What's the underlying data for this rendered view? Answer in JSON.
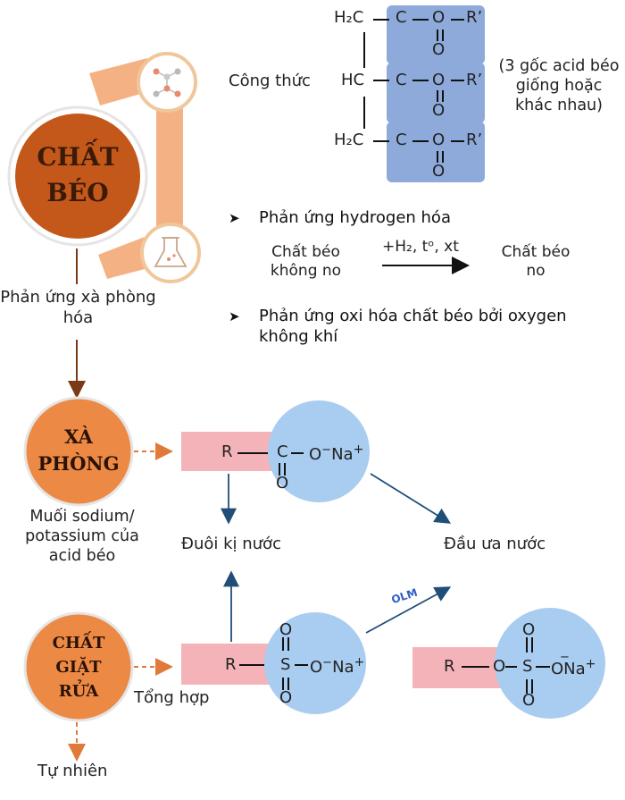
{
  "colors": {
    "dark_orange": "#c3581a",
    "orange": "#ec8a45",
    "light_orange": "#f4b184",
    "pink_bar": "#f4b3b8",
    "blue_circle": "#a9cdf0",
    "formula_box": "#8eaadb",
    "arrow_brown": "#7b3a17",
    "arrow_orange": "#e07a3a",
    "arrow_navy": "#1f4e79",
    "olm_blue": "#2f5fc4"
  },
  "main": {
    "title_line1": "CHẤT",
    "title_line2": "BÉO",
    "icon_top": "molecule-icon",
    "icon_bottom": "flask-icon"
  },
  "formula": {
    "label": "Công thức",
    "row1_carbon": "H₂C",
    "row2_carbon": "HC",
    "row3_carbon": "H₂C",
    "ester_c": "C",
    "ester_o": "O",
    "double_o": "O",
    "r_group": "R’",
    "note": "(3 gốc acid béo giống hoặc khác nhau)"
  },
  "reactions": {
    "hydrogenation_title": "Phản ứng hydrogen hóa",
    "reactant": "Chất béo không no",
    "condition": "+H₂, tᵒ, xt",
    "product": "Chất béo no",
    "oxidation_title": "Phản ứng oxi hóa chất béo bởi oxygen không khí"
  },
  "saponification": {
    "label": "Phản ứng xà phòng hóa"
  },
  "soap": {
    "title_line1": "XÀ",
    "title_line2": "PHÒNG",
    "description": "Muối sodium/ potassium của acid béo",
    "r": "R",
    "c": "C",
    "o_double": "O",
    "o_minus": "O",
    "minus": "−",
    "na": "Na",
    "plus": "+"
  },
  "parts": {
    "tail": "Đuôi kị nước",
    "head": "Đầu ưa nước"
  },
  "detergent": {
    "title_line1": "CHẤT",
    "title_line2": "GIẶT",
    "title_line3": "RỬA",
    "synthetic": "Tổng hợp",
    "natural": "Tự nhiên",
    "r": "R",
    "s": "S",
    "o": "O",
    "minus": "−",
    "na": "Na",
    "plus": "+"
  },
  "watermark": "OLM"
}
